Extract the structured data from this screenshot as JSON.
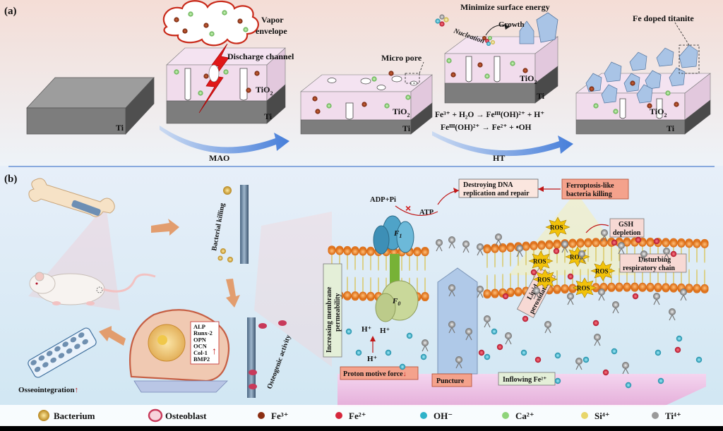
{
  "panel_a": {
    "label": "(a)",
    "step1_substrate": "Ti",
    "step2": {
      "vapor_envelope": "Vapor\nenvelope",
      "discharge_channel": "Discharge channel",
      "layer": "TiO",
      "layer_sub": "2",
      "substrate": "Ti"
    },
    "step3": {
      "micro_pore": "Micro pore",
      "layer": "TiO",
      "layer_sub": "2",
      "substrate": "Ti"
    },
    "step4": {
      "minimize_surface_energy": "Minimize surface energy",
      "nucleation": "Nucleation",
      "growth": "Growth",
      "layer": "TiO",
      "layer_sub": "2",
      "substrate": "Ti",
      "eq1": "Fe³⁺ + H₂O → Feᴵᴵᴵ(OH)²⁺ + H⁺",
      "eq2": "Feᴵᴵᴵ(OH)²⁺ → Fe²⁺ + •OH"
    },
    "step5": {
      "fe_doped_titanite": "Fe doped titanite",
      "layer": "TiO",
      "layer_sub": "2",
      "substrate": "Ti"
    },
    "arrow_mao": "MAO",
    "arrow_ht": "HT"
  },
  "panel_b": {
    "label": "(b)",
    "bacterial_killing": "Bacterial killing",
    "osteogenic_activity": "Osteogenic activity",
    "osseointegration": "Osseointegration",
    "osteo_markers": [
      "ALP",
      "Runx-2",
      "OPN",
      "OCN",
      "Col-1",
      "BMP2"
    ],
    "destroying_dna": "Destroying DNA\nreplication and repair",
    "ferroptosis": "Ferroptosis-like\nbacteria killing",
    "adp_pi": "ADP+Pi",
    "atp": "ATP",
    "f1": "F",
    "f1_sub": "1",
    "f0": "F",
    "f0_sub": "0",
    "ros_label": "ROS",
    "gsh_depletion": "GSH\ndepletion",
    "disturbing_chain": "Disturbing\nrespiratory chain",
    "lipid_peroxidation": "Lipid\nperoxidation",
    "membrane_permeability": "Increasing membrane\npermeability",
    "h_plus": "H⁺",
    "proton_motive_force": "Proton motive force↓",
    "puncture": "Puncture",
    "inflowing_fe": "Inflowing Fe²⁺"
  },
  "legend": [
    {
      "label": "Bacterium",
      "color": "#e0b23a"
    },
    {
      "label": "Osteoblast",
      "color": "#c83a5a"
    },
    {
      "label": "Fe³⁺",
      "color": "#8b2e12"
    },
    {
      "label": "Fe²⁺",
      "color": "#d6273c"
    },
    {
      "label": "OH⁻",
      "color": "#2fb3c9"
    },
    {
      "label": "Ca²⁺",
      "color": "#8fd47a"
    },
    {
      "label": "Si⁴⁺",
      "color": "#e8d66a"
    },
    {
      "label": "Ti⁴⁺",
      "color": "#9a9a9a"
    }
  ],
  "colors": {
    "ti_substrate": "#8a8a8a",
    "tio2_layer": "#f1dcec",
    "titanite": "#a9c4e6",
    "lipid_head": "#f0821e",
    "lipid_tail": "#d8c45a",
    "atp_synthase_f1": "#4fa3c8",
    "atp_synthase_f0": "#c9d89a",
    "box_red": "#f4a28c",
    "box_pink": "#f7d9d4",
    "box_green": "#e6f0d8"
  }
}
